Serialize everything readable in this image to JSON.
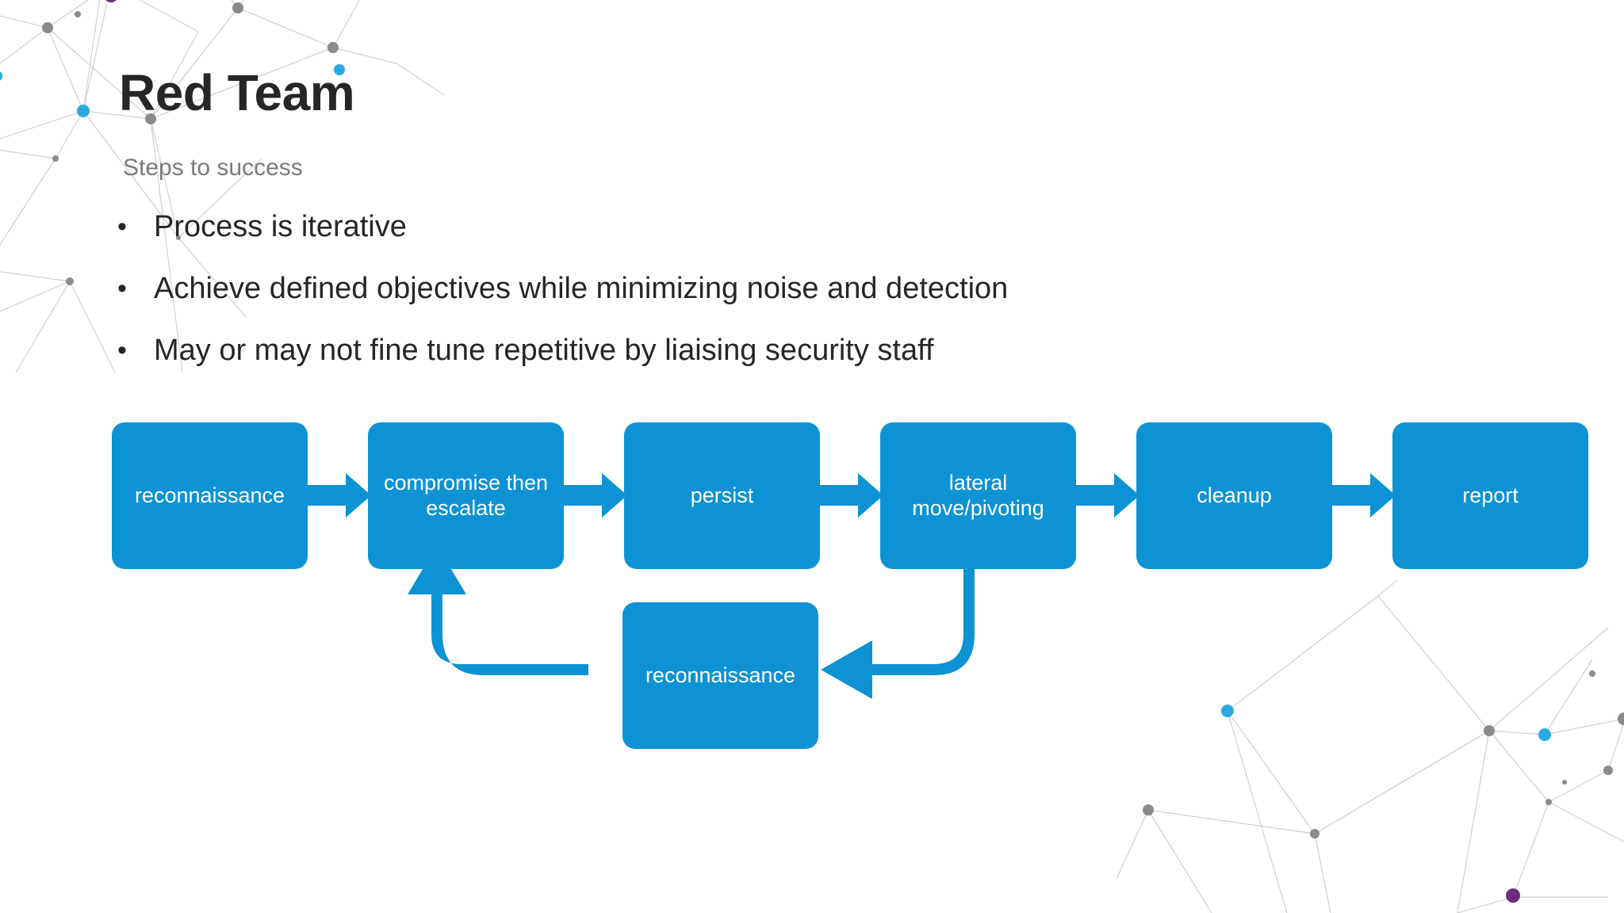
{
  "slide": {
    "title": "Red Team",
    "subtitle": "Steps to success",
    "background_color": "#ffffff",
    "title_color": "#262626",
    "subtitle_color": "#7a7a7a",
    "accent_color": "#0d93d4"
  },
  "bullets": [
    {
      "marker": "•",
      "text": "Process is iterative"
    },
    {
      "marker": "•",
      "text": "Achieve defined objectives while minimizing noise and detection"
    },
    {
      "marker": "•",
      "text": "May or may not fine tune repetitive by liaising security staff"
    }
  ],
  "flowchart": {
    "fill_color": "#0d93d4",
    "text_color": "#ffffff",
    "nodes": [
      {
        "id": "recon-1",
        "label": "reconnaissance"
      },
      {
        "id": "compromise",
        "label": "compromise then\nescalate"
      },
      {
        "id": "persist",
        "label": "persist"
      },
      {
        "id": "lateral",
        "label": "lateral\nmove/pivoting"
      },
      {
        "id": "cleanup",
        "label": "cleanup"
      },
      {
        "id": "report",
        "label": "report"
      },
      {
        "id": "recon-2",
        "label": "reconnaissance"
      }
    ],
    "connectors": [
      {
        "from": "recon-1",
        "to": "compromise",
        "type": "straight-right"
      },
      {
        "from": "compromise",
        "to": "persist",
        "type": "straight-right"
      },
      {
        "from": "persist",
        "to": "lateral",
        "type": "straight-right"
      },
      {
        "from": "lateral",
        "to": "cleanup",
        "type": "straight-right"
      },
      {
        "from": "cleanup",
        "to": "report",
        "type": "straight-right"
      },
      {
        "from": "lateral",
        "to": "recon-2",
        "type": "elbow-down-left"
      },
      {
        "from": "recon-2",
        "to": "compromise",
        "type": "elbow-left-up"
      }
    ]
  },
  "decorations": {
    "top_left": "network-constellation-graphic",
    "bottom_right": "network-constellation-graphic",
    "node_gray": "#8a8a8a",
    "node_blue": "#29abe2",
    "node_purple": "#6b2f7a",
    "edge_gray": "#cccccc"
  }
}
